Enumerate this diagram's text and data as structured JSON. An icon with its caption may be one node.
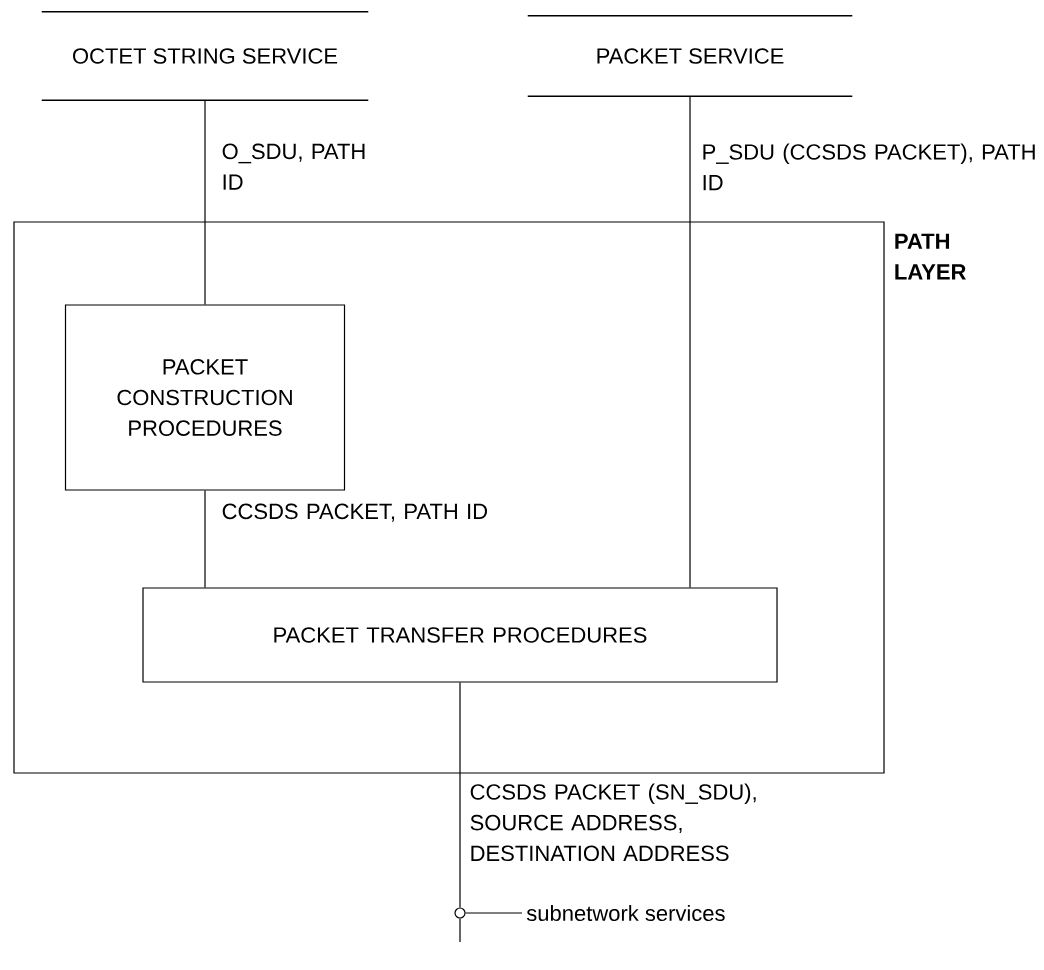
{
  "diagram": {
    "nodes": [
      {
        "text": [
          "OCTET STRING SERVICE"
        ]
      },
      {
        "text": [
          "PACKET SERVICE"
        ]
      },
      {
        "text": [
          "PATH LAYER"
        ]
      },
      {
        "text": [
          "PACKET CONSTRUCTION PROCEDURES"
        ],
        "in": 2
      },
      {
        "text": [
          "PACKET TRANSFER PROCEDURES"
        ],
        "in": 2
      },
      {
        "text": [],
        "shape": "circle"
      },
      {
        "text": [
          "subnetwork services"
        ]
      }
    ],
    "edges": [
      {
        "from": 0,
        "to": 3,
        "arrow": "none",
        "label": "O_SDU, PATH ID"
      },
      {
        "from": 1,
        "to": 4,
        "arrow": "none",
        "label": "P_SDU (CCSDS PACKET), PATH ID"
      },
      {
        "from": 3,
        "to": 4,
        "arrow": "none",
        "label": "CCSDS PACKET, PATH ID"
      },
      {
        "from": 4,
        "to": 5,
        "arrow": "none",
        "label": "CCSDS PACKET (SN_SDU), SOURCE ADDRESS, DESTINATION ADDRESS"
      },
      {
        "from": 5,
        "to": null,
        "arrow": "none"
      },
      {
        "from": 5,
        "to": 6,
        "arrow": "none"
      }
    ]
  }
}
